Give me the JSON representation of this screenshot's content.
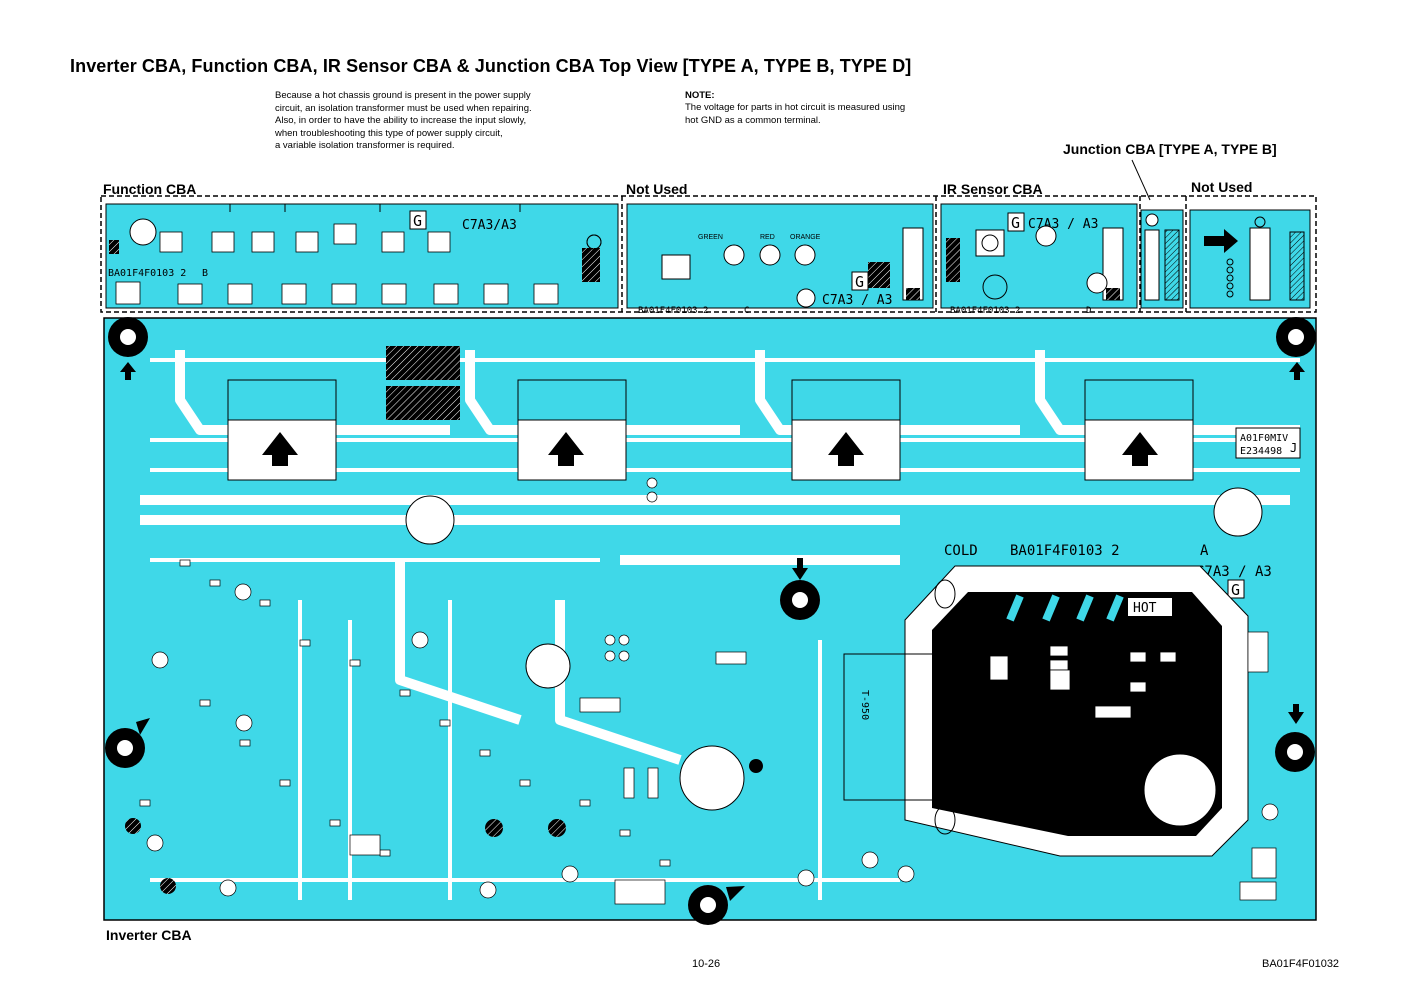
{
  "title": "Inverter CBA, Function CBA, IR Sensor CBA & Junction CBA Top View [TYPE A, TYPE B, TYPE D]",
  "warning_lines": [
    "Because a hot chassis ground is present in the power supply",
    "circuit, an isolation transformer must be used when repairing.",
    "Also, in order to have the ability to increase the input slowly,",
    "when troubleshooting this type of power supply circuit,",
    "a variable isolation transformer is required."
  ],
  "note": {
    "heading": "NOTE:",
    "lines": [
      "The voltage for parts in hot circuit is measured using",
      "hot GND as a common terminal."
    ]
  },
  "sections": {
    "function_cba": "Function CBA",
    "not_used_1": "Not Used",
    "ir_sensor_cba": "IR Sensor CBA",
    "not_used_2": "Not Used",
    "junction_cba": "Junction CBA [TYPE A, TYPE B]",
    "inverter_cba": "Inverter CBA"
  },
  "board_marks": {
    "function_code": "C7A3/A3",
    "function_g": "G",
    "function_part": "BA01F4F0103 2",
    "function_suffix": "B",
    "notused_part": "BA01F4F0103 2",
    "notused_suffix": "C",
    "notused_code": "C7A3 / A3",
    "notused_g": "G",
    "led_green": "GREEN",
    "led_red": "RED",
    "led_orange": "ORANGE",
    "ir_code": "C7A3 / A3",
    "ir_g": "G",
    "ir_part": "BA01F4F0103 2",
    "ir_suffix": "D",
    "ul_code": "A01F0MIV",
    "ul_number": "E234498",
    "ul_j": "J",
    "cold": "COLD",
    "main_part": "BA01F4F0103 2",
    "main_suffix": "A",
    "main_code": "C7A3 / A3",
    "main_g": "G",
    "hot": "HOT",
    "transformer": "T-950"
  },
  "footer": {
    "page": "10-26",
    "code": "BA01F4F01032"
  },
  "colors": {
    "board": "#3fd8e8",
    "trace": "#ffffff",
    "hot_area": "#000000",
    "ink": "#000000"
  }
}
